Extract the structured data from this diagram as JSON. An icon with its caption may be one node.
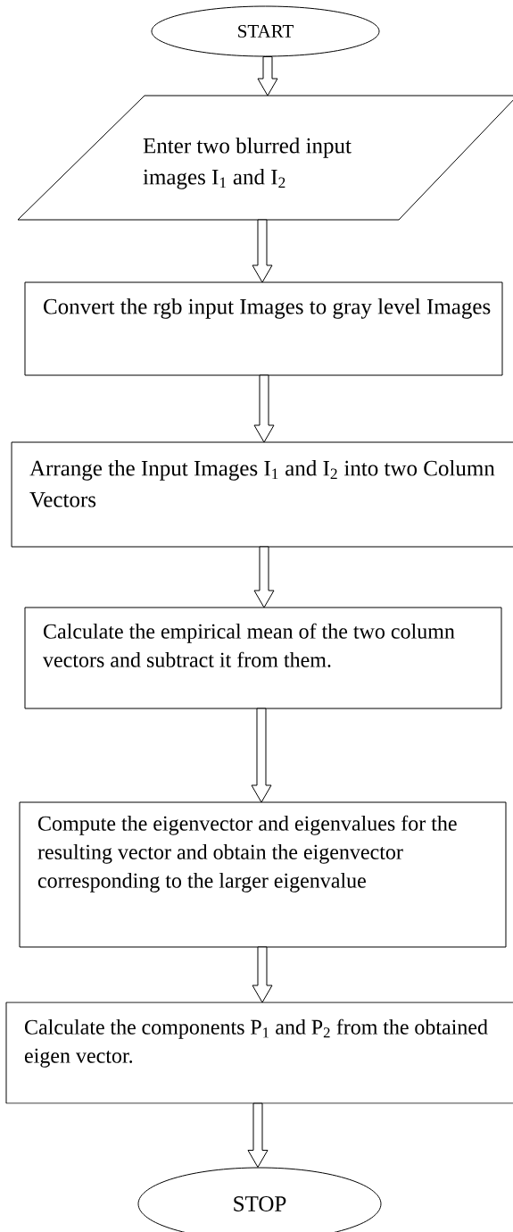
{
  "diagram": {
    "nodes": [
      {
        "text": [
          "START"
        ]
      },
      {
        "text": [
          "Enter two blurred input images I$_{1}$ and I$_{2}$"
        ]
      },
      {
        "text": [
          "Convert the rgb input Images to gray level Images"
        ]
      },
      {
        "text": [
          "Arrange the Input Images I$_{1}$ and I$_{2}$ into two Column Vectors"
        ]
      },
      {
        "text": [
          "Calculate the empirical mean of the two column vectors and subtract it from them."
        ]
      },
      {
        "text": [
          "Compute the eigenvector and eigenvalues for the resulting vector and obtain the eigenvector corresponding to the larger eigenvalue"
        ]
      },
      {
        "text": [
          "Calculate the components P$_{1}$ and P$_{2}$ from the obtained eigen vector."
        ]
      },
      {
        "text": [
          "STOP"
        ]
      }
    ],
    "edges": [
      {
        "from": 0,
        "to": 1,
        "arrow": "to"
      },
      {
        "from": 1,
        "to": 2,
        "arrow": "to"
      },
      {
        "from": 2,
        "to": 3,
        "arrow": "to"
      },
      {
        "from": 3,
        "to": 4,
        "arrow": "to"
      },
      {
        "from": 4,
        "to": 5,
        "arrow": "to"
      },
      {
        "from": 5,
        "to": 6,
        "arrow": "to"
      },
      {
        "from": 6,
        "to": 7,
        "arrow": "to"
      }
    ]
  }
}
